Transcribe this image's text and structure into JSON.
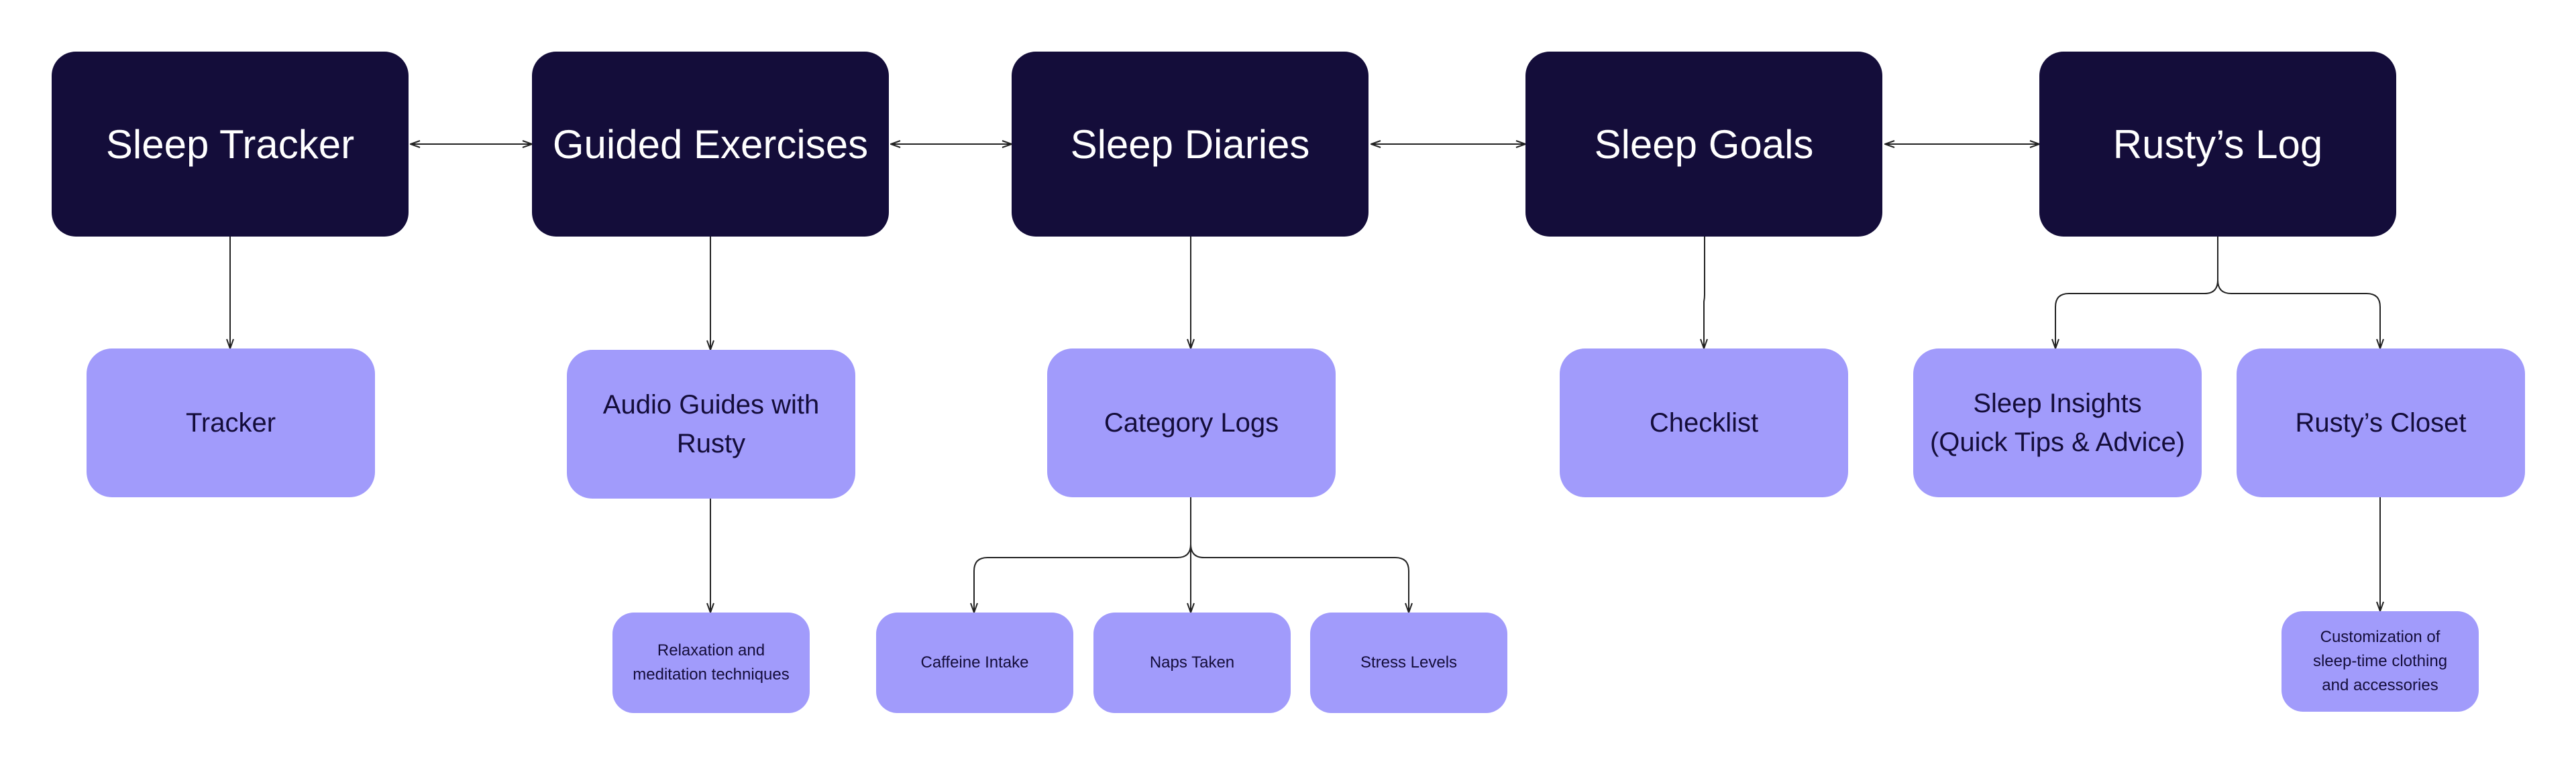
{
  "diagram": {
    "main_nodes": [
      {
        "id": "tracker_main",
        "label": "Sleep Tracker"
      },
      {
        "id": "exercises_main",
        "label": "Guided Exercises"
      },
      {
        "id": "diaries_main",
        "label": "Sleep Diaries"
      },
      {
        "id": "goals_main",
        "label": "Sleep Goals"
      },
      {
        "id": "log_main",
        "label": "Rusty’s Log"
      }
    ],
    "sub_nodes": [
      {
        "id": "tracker",
        "label": "Tracker"
      },
      {
        "id": "audio",
        "label": "Audio Guides with\nRusty"
      },
      {
        "id": "category",
        "label": "Category Logs"
      },
      {
        "id": "checklist",
        "label": "Checklist"
      },
      {
        "id": "insights",
        "label": "Sleep Insights\n(Quick Tips & Advice)"
      },
      {
        "id": "closet",
        "label": "Rusty’s Closet"
      }
    ],
    "detail_nodes": [
      {
        "id": "relax",
        "label": "Relaxation and\nmeditation techniques"
      },
      {
        "id": "caffeine",
        "label": "Caffeine Intake"
      },
      {
        "id": "naps",
        "label": "Naps Taken"
      },
      {
        "id": "stress",
        "label": "Stress Levels"
      },
      {
        "id": "custom",
        "label": "Customization of\nsleep-time clothing\nand accessories"
      }
    ],
    "colors": {
      "primary_fill": "#140d3a",
      "primary_text": "#ffffff",
      "secondary_fill": "#a19bfb",
      "secondary_text": "#140d3a",
      "connector": "#222222"
    }
  }
}
